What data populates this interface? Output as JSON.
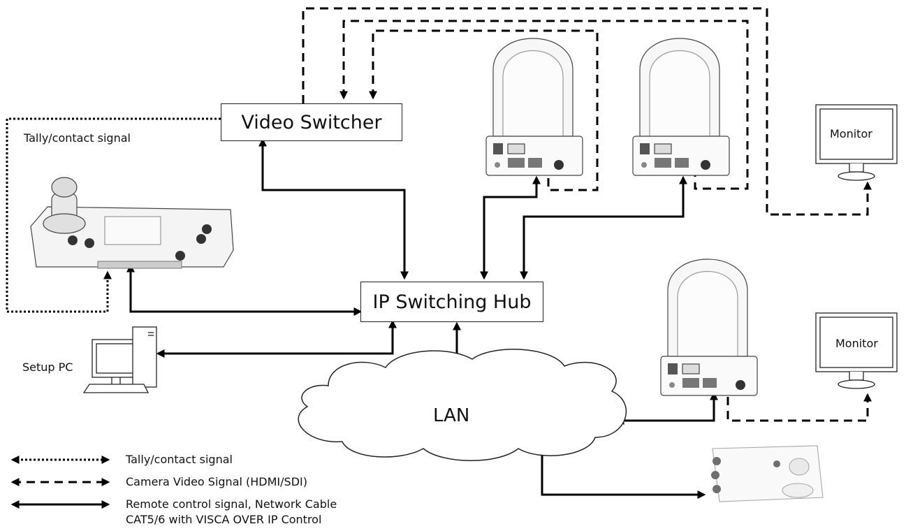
{
  "nodes": {
    "video_switcher": "Video Switcher",
    "ip_switching_hub": "IP Switching Hub",
    "lan": "LAN",
    "setup_pc": "Setup PC",
    "monitor_top": "Monitor",
    "monitor_bottom": "Monitor",
    "tally_label": "Tally/contact signal"
  },
  "legend": {
    "tally": "Tally/contact signal",
    "video": "Camera Video Signal (HDMI/SDI)",
    "control_line1": "Remote control signal, Network Cable",
    "control_line2": "CAT5/6 with VISCA OVER IP Control"
  }
}
